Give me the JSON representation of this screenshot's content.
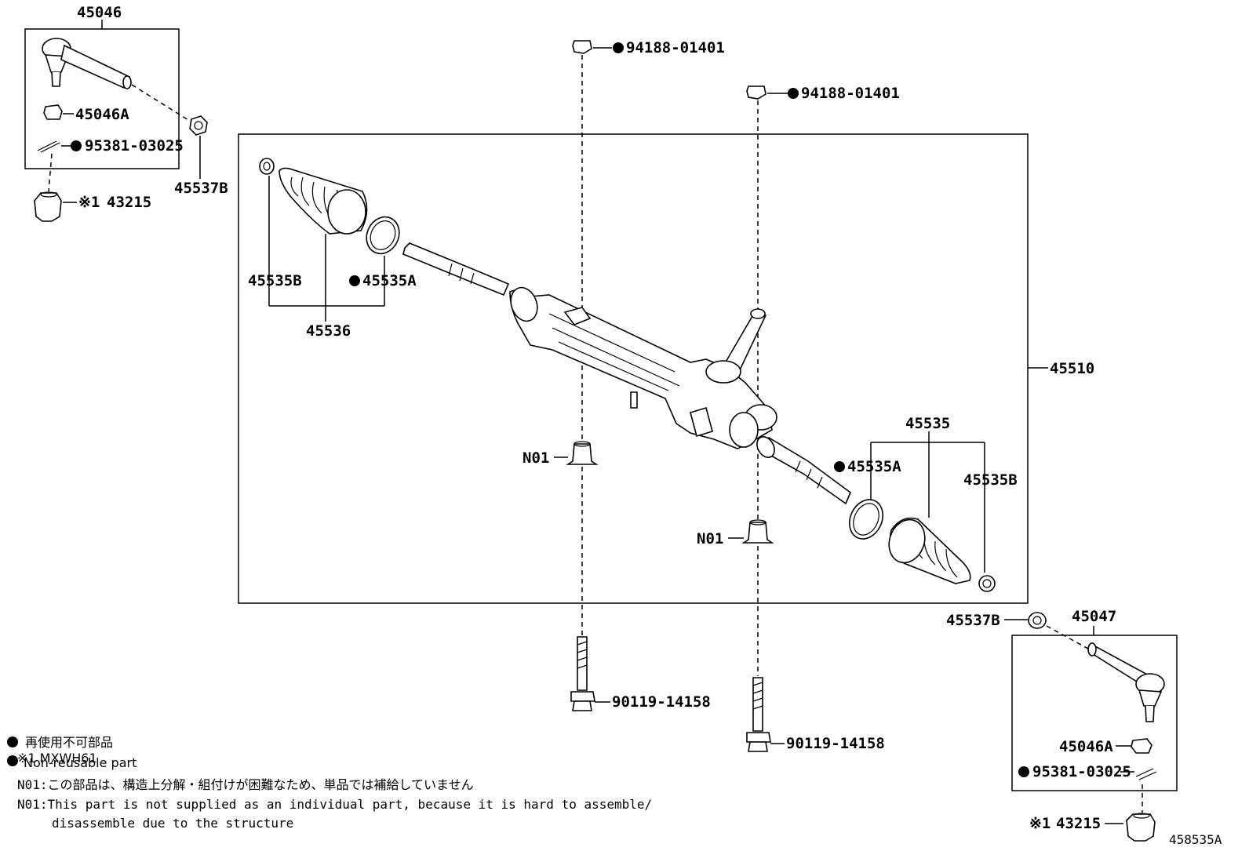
{
  "labels": {
    "l45046": "45046",
    "l45046A_top": "45046A",
    "l95381_top": "95381-03025",
    "l43215_top": "43215",
    "l45537B_top": "45537B",
    "l94188_a": "94188-01401",
    "l94188_b": "94188-01401",
    "l45535B_left": "45535B",
    "l45535A_left": "45535A",
    "l45536": "45536",
    "l45510": "45510",
    "l45535": "45535",
    "l45535A_right": "45535A",
    "l45535B_right": "45535B",
    "lN01_a": "N01",
    "lN01_b": "N01",
    "l45537B_bot": "45537B",
    "l45047": "45047",
    "l45046A_bot": "45046A",
    "l95381_bot": "95381-03025",
    "l43215_bot": "43215",
    "l90119_a": "90119-14158",
    "l90119_b": "90119-14158",
    "ref_mark_top": "※1",
    "ref_mark_bot": "※1",
    "diagram_id": "458535A"
  },
  "notes": {
    "jp_nonreusable": "再使用不可部品",
    "en_nonreusable": "Non-reusable part",
    "ref1": "※1 MXWH61",
    "n01_jp": "N01:この部品は、構造上分解・組付けが困難なため、単品では補給していません",
    "n01_en_1": "N01:This part is not supplied as an individual part, because it is hard to assemble/",
    "n01_en_2": "disassemble due to the structure"
  }
}
